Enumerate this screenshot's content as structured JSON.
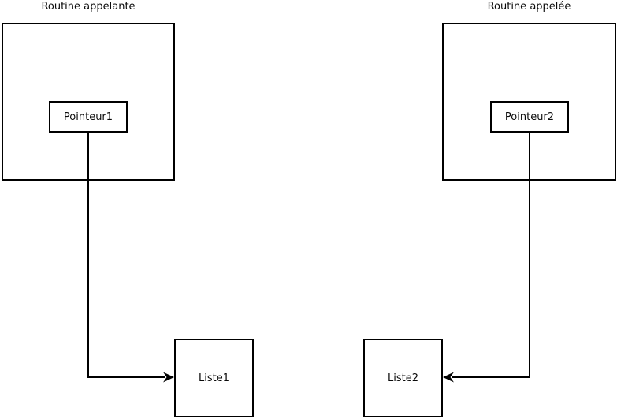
{
  "diagram": {
    "title_left": "Routine appelante",
    "title_right": "Routine appelée",
    "boxes": {
      "pointer_left": "Pointeur1",
      "pointer_right": "Pointeur2",
      "list_left": "Liste1",
      "list_right": "Liste2"
    },
    "edges": [
      {
        "from": "Pointeur1",
        "to": "Liste1",
        "style": "elbow-down-right",
        "arrowhead": "solid-stealth-right"
      },
      {
        "from": "Pointeur2",
        "to": "Liste2",
        "style": "elbow-down-left",
        "arrowhead": "solid-stealth-left"
      }
    ],
    "colors": {
      "stroke": "#000000",
      "background": "#ffffff",
      "text": "#0a0a0a"
    }
  }
}
